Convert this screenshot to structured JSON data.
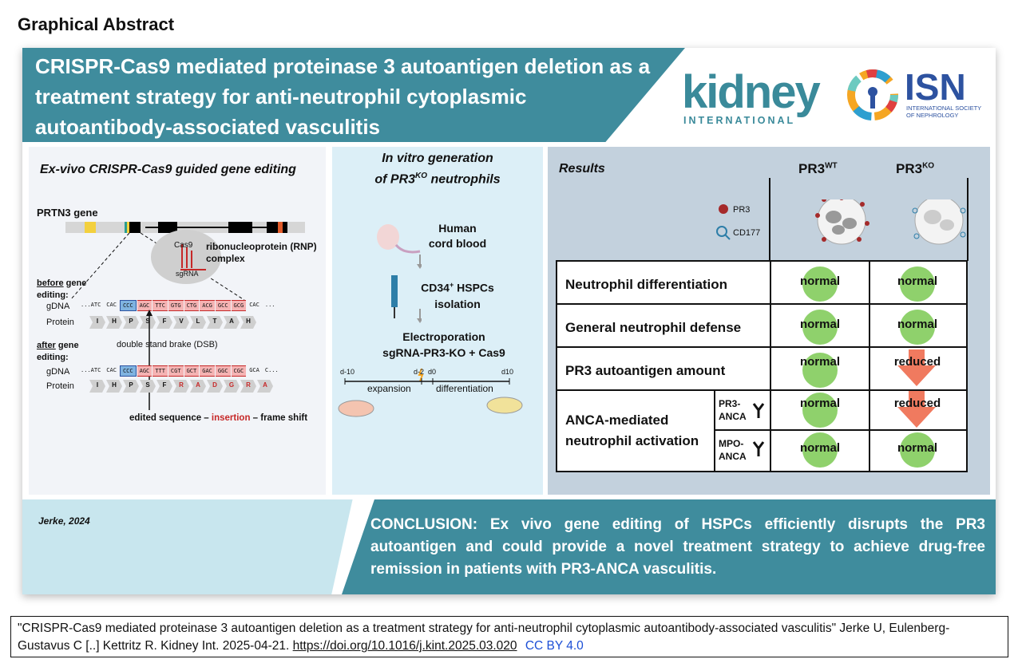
{
  "header": "Graphical Abstract",
  "title": "CRISPR-Cas9 mediated proteinase 3 autoantigen deletion as a treatment strategy for anti-neutrophil cytoplasmic autoantibody-associated vasculitis",
  "logos": {
    "kidney": "kidney",
    "kidney_sub": "INTERNATIONAL",
    "isn": "ISN",
    "isn_sub1": "INTERNATIONAL SOCIETY",
    "isn_sub2": "OF NEPHROLOGY"
  },
  "panel1": {
    "heading": "Ex-vivo CRISPR-Cas9 guided gene editing",
    "gene": "PRTN3 gene",
    "cas9": "Cas9",
    "rnp": "ribonucleoprotein (RNP) complex",
    "sgrna": "sgRNA",
    "before_a": "before",
    "before_b": " gene editing:",
    "after_a": "after",
    "after_b": " gene editing:",
    "gdna": "gDNA",
    "protein": "Protein",
    "dsb": "double stand brake (DSB)",
    "seq_before": [
      "...ATC",
      "CAC",
      "CCC",
      "AGC",
      "TTC",
      "GTG",
      "CTG",
      "ACG",
      "GCC",
      "GCG",
      "CAC",
      "..."
    ],
    "prot_before": [
      "I",
      "H",
      "P",
      "S",
      "F",
      "V",
      "L",
      "T",
      "A",
      "H"
    ],
    "seq_after": [
      "...ATC",
      "CAC",
      "CCC",
      "AGC",
      "TTT",
      "CGT",
      "GCT",
      "GAC",
      "GGC",
      "CGC",
      "GCA",
      "C..."
    ],
    "prot_after": [
      "I",
      "H",
      "P",
      "S",
      "F",
      "R",
      "A",
      "D",
      "G",
      "R",
      "A"
    ],
    "edited_a": "edited sequence – ",
    "edited_b": "insertion",
    "edited_c": " – frame shift"
  },
  "panel2": {
    "heading_a": "In vitro generation",
    "heading_b": "of PR3",
    "heading_sup": "KO",
    "heading_c": " neutrophils",
    "step1_a": "Human",
    "step1_b": "cord blood",
    "step2_a": "CD34",
    "step2_sup": "+",
    "step2_b": " HSPCs",
    "step2_c": "isolation",
    "step3_a": "Electroporation",
    "step3_b": "sgRNA-PR3-KO + Cas9",
    "t_m10": "d-10",
    "t_m2": "d-2",
    "t_0": "d0",
    "t_10": "d10",
    "expansion": "expansion",
    "differentiation": "differentiation"
  },
  "panel3": {
    "heading": "Results",
    "col_wt": "PR3",
    "col_wt_sup": "WT",
    "col_ko": "PR3",
    "col_ko_sup": "KO",
    "legend_pr3": "PR3",
    "legend_cd177": "CD177",
    "rows": [
      {
        "label": "Neutrophil differentiation",
        "wt": "normal",
        "ko": "normal"
      },
      {
        "label": "General neutrophil defense",
        "wt": "normal",
        "ko": "normal"
      },
      {
        "label": "PR3 autoantigen amount",
        "wt": "normal",
        "ko": "reduced"
      }
    ],
    "anca_label_a": "ANCA-mediated",
    "anca_label_b": "neutrophil activation",
    "sub_pr3_a": "PR3-",
    "sub_pr3_b": "ANCA",
    "sub_mpo_a": "MPO-",
    "sub_mpo_b": "ANCA",
    "anca_pr3_wt": "normal",
    "anca_pr3_ko": "reduced",
    "anca_mpo_wt": "normal",
    "anca_mpo_ko": "normal"
  },
  "author": "Jerke, 2024",
  "conclusion": "CONCLUSION: Ex vivo gene editing of HSPCs efficiently disrupts the PR3 autoantigen and could provide a novel treatment strategy to achieve drug-free remission in patients with PR3-ANCA vasculitis.",
  "citation": {
    "text": "\"CRISPR-Cas9 mediated proteinase 3 autoantigen deletion as a treatment strategy for anti-neutrophil cytoplasmic autoantibody-associated vasculitis\" Jerke U, Eulenberg-Gustavus C [..] Kettritz R. Kidney Int. 2025-04-21.",
    "doi": "https://doi.org/10.1016/j.kint.2025.03.020",
    "license": "CC BY 4.0"
  },
  "colors": {
    "teal": "#3f8c9d",
    "normal": "#8fd16c",
    "reduced": "#f07a5f",
    "insertion": "#c62828"
  }
}
